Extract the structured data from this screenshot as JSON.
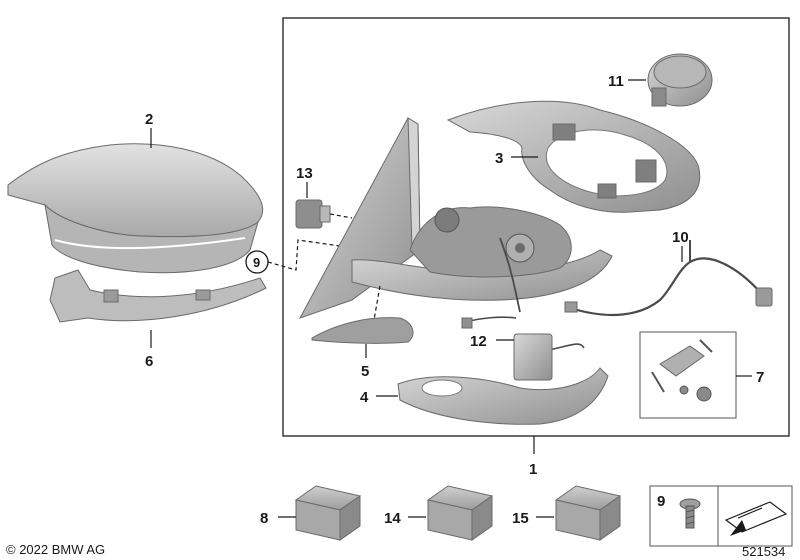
{
  "copyright": "© 2022 BMW AG",
  "diagram_id": "521534",
  "callouts": {
    "c1": "1",
    "c2": "2",
    "c3": "3",
    "c4": "4",
    "c5": "5",
    "c6": "6",
    "c7": "7",
    "c8": "8",
    "c9a": "9",
    "c9b": "9",
    "c10": "10",
    "c11": "11",
    "c12": "12",
    "c13": "13",
    "c14": "14",
    "c15": "15"
  },
  "colors": {
    "part_fill": "#c9c9c9",
    "part_dark": "#8e8e8e",
    "line": "#1a1a1a"
  }
}
